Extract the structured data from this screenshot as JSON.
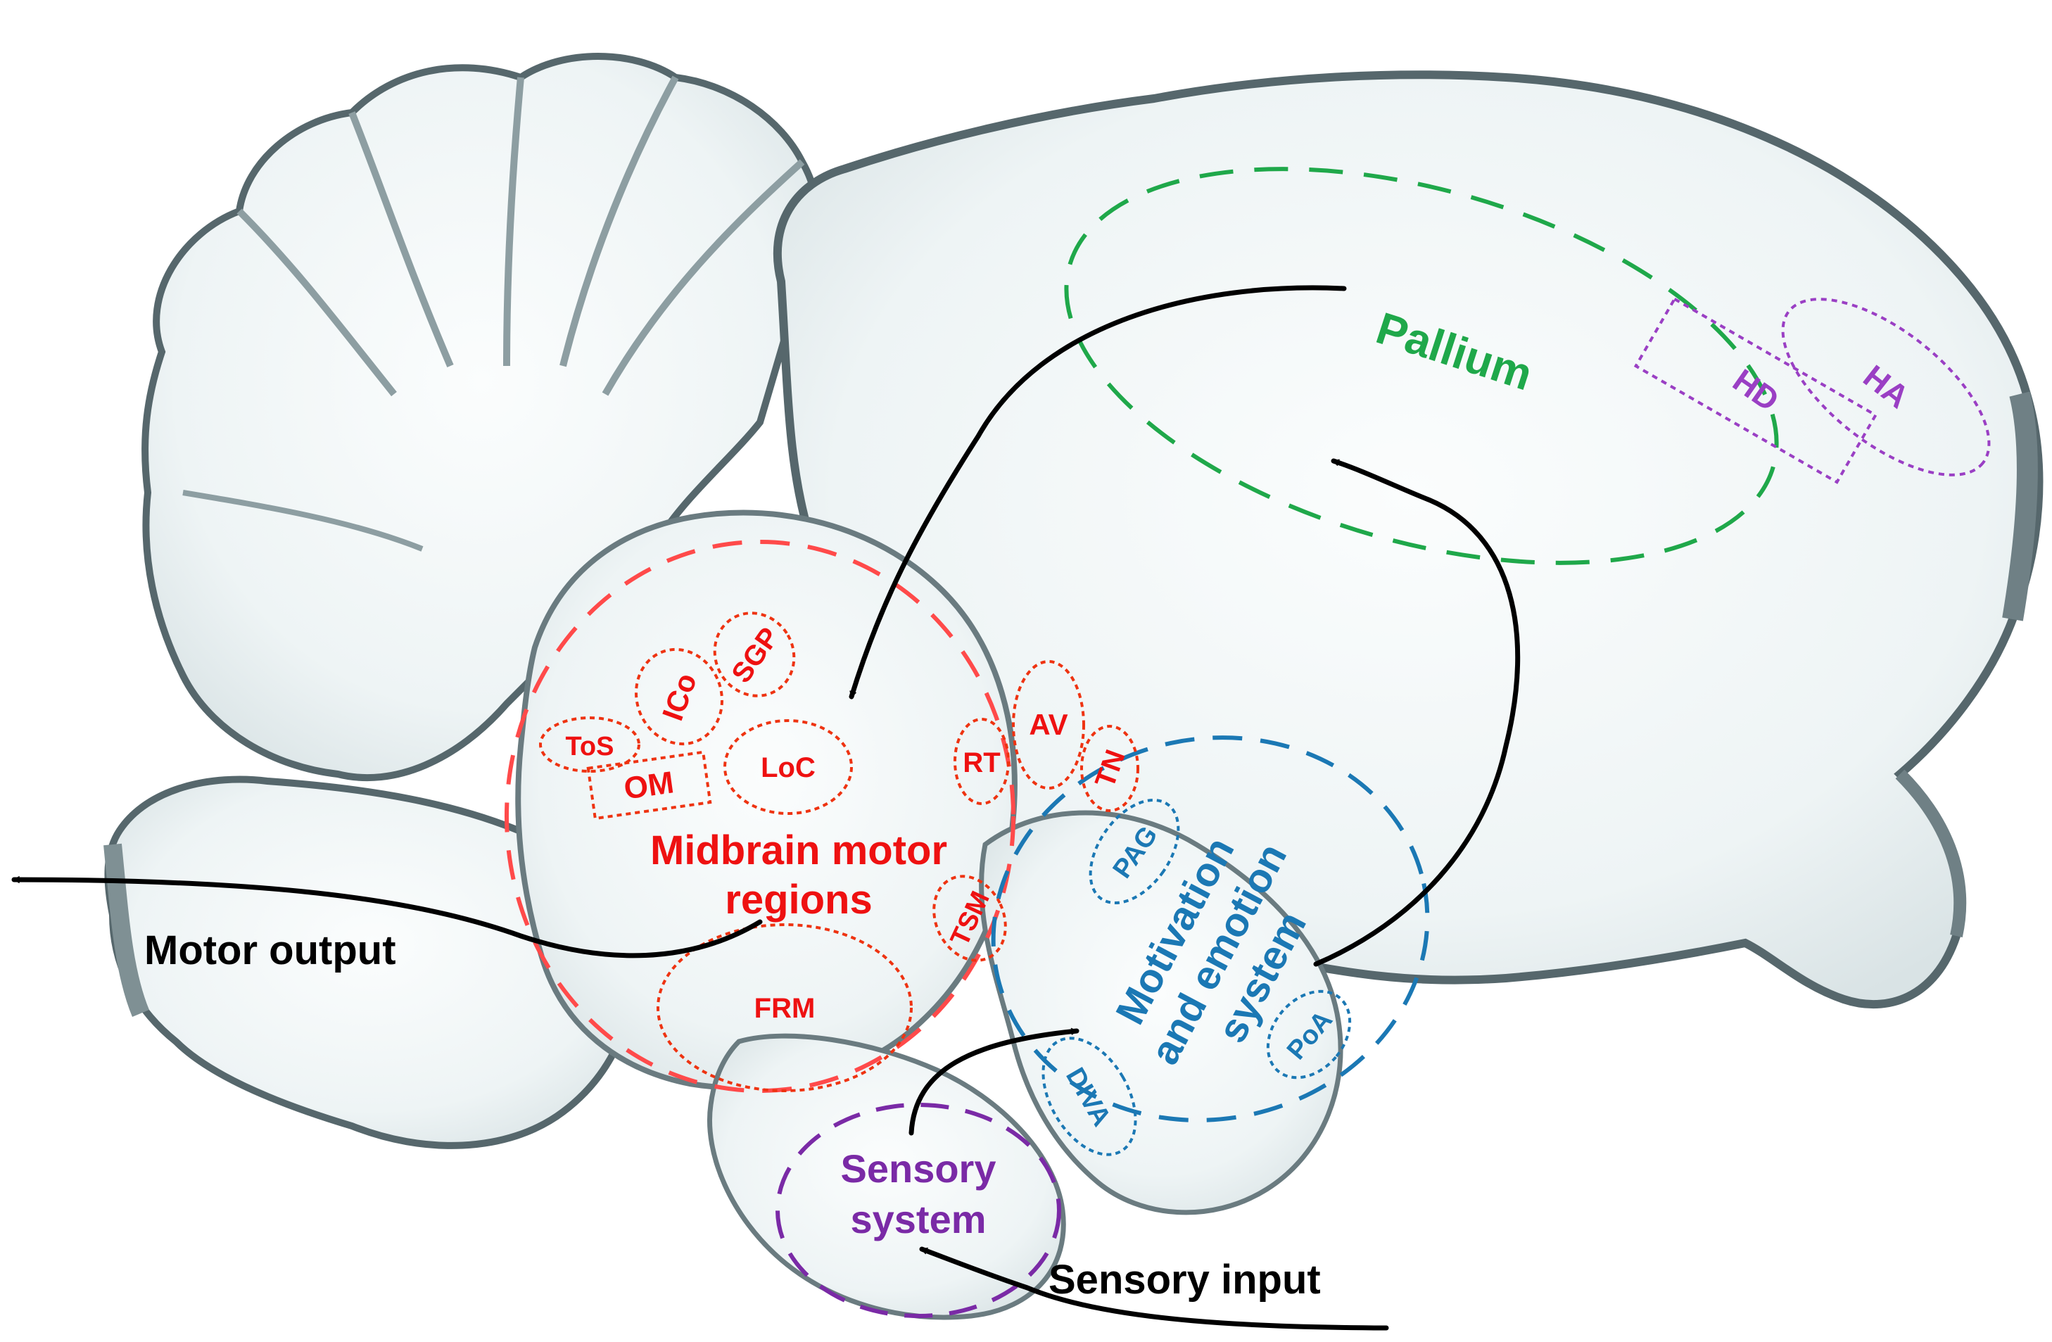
{
  "colors": {
    "pallium": "#1fa84a",
    "midbrain": "#ff4a4a",
    "midbrain_text": "#ee1111",
    "motivation": "#1b78b4",
    "sensory": "#7a2aa6",
    "hd_ha": "#9a3fc4",
    "arrow": "#000000",
    "brain_fill": "#f2f7f8",
    "brain_edge": "#5b6b70"
  },
  "regions": {
    "pallium": "Pallium",
    "hd": "HD",
    "ha": "HA",
    "midbrain_line1": "Midbrain motor",
    "midbrain_line2": "regions",
    "motivation_line1": "Motivation",
    "motivation_line2": "and emotion",
    "motivation_line3": "system",
    "sensory_line1": "Sensory",
    "sensory_line2": "system"
  },
  "nuclei": {
    "tos": "ToS",
    "ico": "ICo",
    "sgp": "SGP",
    "om": "OM",
    "loc": "LoC",
    "rt": "RT",
    "av": "AV",
    "tn": "TN",
    "tsm": "TSM",
    "frm": "FRM",
    "pag": "PAG",
    "poa": "PoA",
    "diva": "DIVA"
  },
  "io": {
    "motor_output": "Motor output",
    "sensory_input": "Sensory input"
  }
}
